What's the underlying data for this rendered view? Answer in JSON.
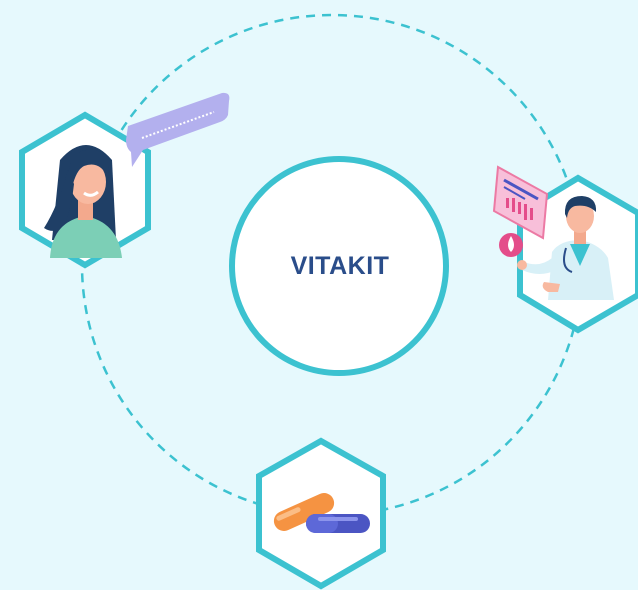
{
  "center": {
    "label": "VITAKIT"
  },
  "colors": {
    "background": "#e6f9fd",
    "teal": "#3cc2d0",
    "navy": "#2a4d8a",
    "speech_bubble": "#b3b0ee",
    "pill_orange": "#f59342",
    "pill_blue": "#4b55c3"
  },
  "nodes": [
    {
      "name": "patient-woman",
      "icon": "woman-avatar-icon"
    },
    {
      "name": "doctor",
      "icon": "doctor-icon"
    },
    {
      "name": "capsules",
      "icon": "capsule-pills-icon"
    }
  ]
}
